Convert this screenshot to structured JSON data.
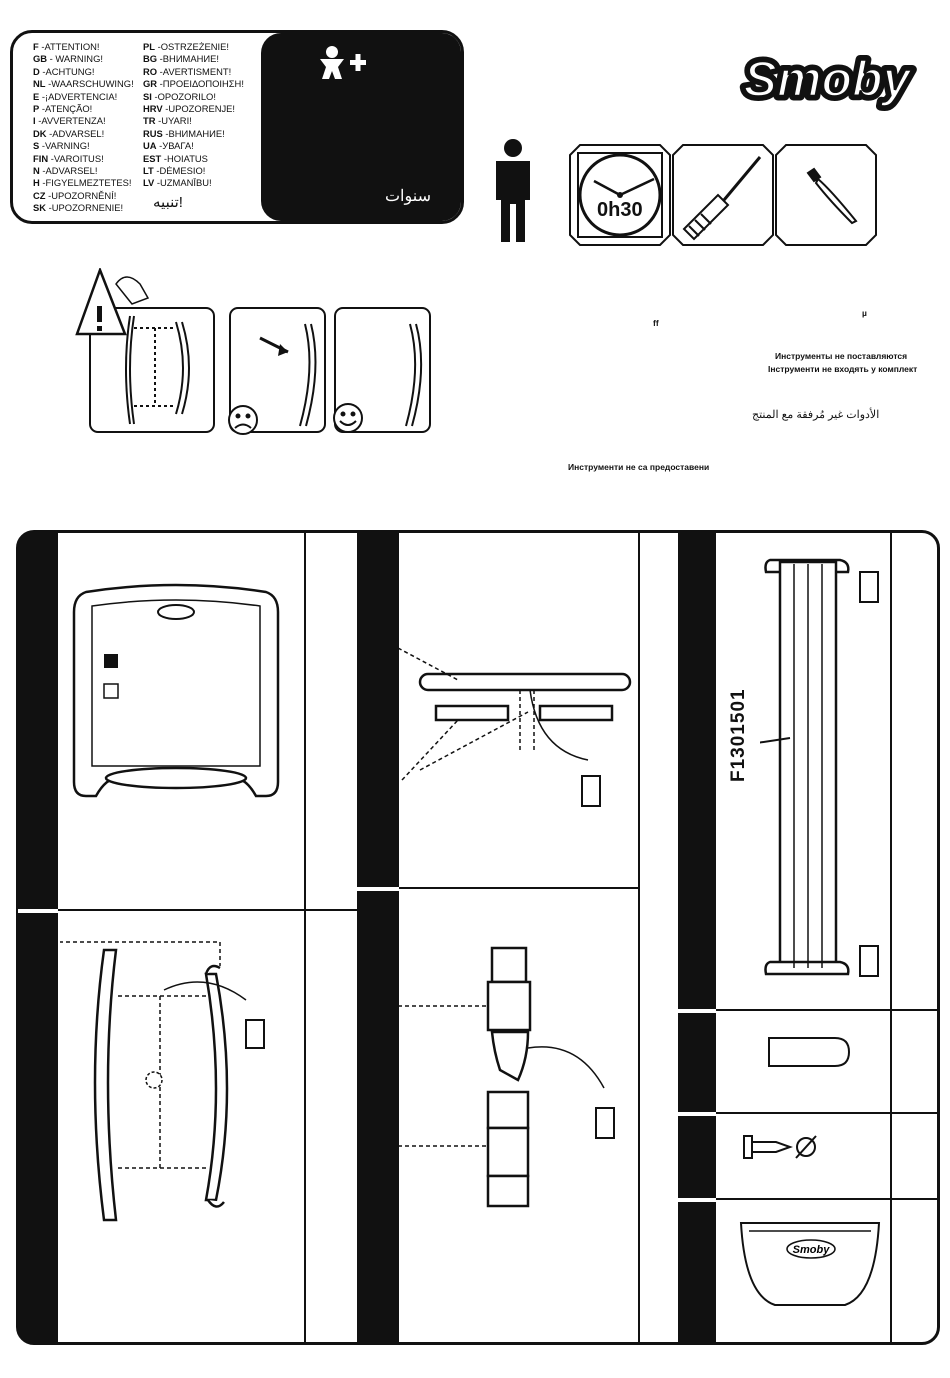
{
  "warnings": {
    "left": [
      {
        "code": "F",
        "text": "-ATTENTION!"
      },
      {
        "code": "GB",
        "text": "- WARNING!"
      },
      {
        "code": "D",
        "text": "-ACHTUNG!"
      },
      {
        "code": "NL",
        "text": "-WAARSCHUWING!"
      },
      {
        "code": "E",
        "text": "-¡ADVERTENCIA!"
      },
      {
        "code": "P",
        "text": "-ATENÇÃO!"
      },
      {
        "code": "I",
        "text": "-AVVERTENZA!"
      },
      {
        "code": "DK",
        "text": "-ADVARSEL!"
      },
      {
        "code": "S",
        "text": "-VARNING!"
      },
      {
        "code": "FIN",
        "text": "-VAROITUS!"
      },
      {
        "code": "N",
        "text": "-ADVARSEL!"
      },
      {
        "code": "H",
        "text": "-FIGYELMEZTETES!"
      },
      {
        "code": "CZ",
        "text": "-UPOZORNĚNÍ!"
      },
      {
        "code": "SK",
        "text": "-UPOZORNENIE!"
      }
    ],
    "right": [
      {
        "code": "PL",
        "text": "-OSTRZEŻENIE!"
      },
      {
        "code": "BG",
        "text": "-ВНИМАНИЕ!"
      },
      {
        "code": "RO",
        "text": "-AVERTISMENT!"
      },
      {
        "code": "GR",
        "text": "-ΠΡΟΕΙΔΟΠΟΙΗΣΗ!"
      },
      {
        "code": "SI",
        "text": "-OPOZORILO!"
      },
      {
        "code": "HRV",
        "text": "-UPOZORENJE!"
      },
      {
        "code": "TR",
        "text": "-UYARI!"
      },
      {
        "code": "RUS",
        "text": "-ВНИМАНИЕ!"
      },
      {
        "code": "UA",
        "text": "-УВАГА!"
      },
      {
        "code": "EST",
        "text": "-HOIATUS"
      },
      {
        "code": "LT",
        "text": "-DĖMESIO!"
      },
      {
        "code": "LV",
        "text": "-UZMANĪBU!"
      }
    ],
    "arabic_warning": "تنبيه!",
    "age_arabic": "سنوات"
  },
  "brand": "Smoby",
  "time_label": "0h30",
  "tools_note": {
    "mu": "µ",
    "ff": "ff",
    "ru": "Инструменты не поставляются",
    "ua": "Інструменти не входять у комплект",
    "ar": "الأدوات غير مُرفقة مع المنتج",
    "bg": "Инструменти не са предоставени"
  },
  "part_code": "F1301501",
  "colors": {
    "ink": "#111111",
    "paper": "#ffffff"
  }
}
